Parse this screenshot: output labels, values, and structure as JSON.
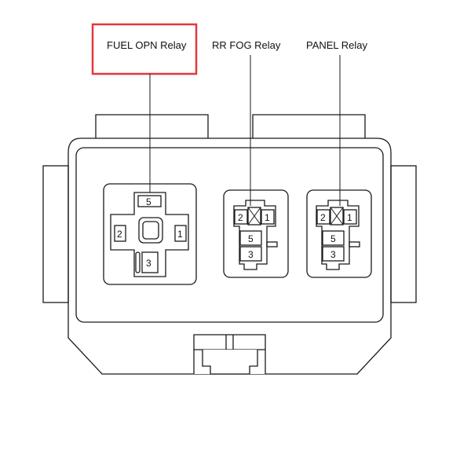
{
  "labels": {
    "fuel_opn": "FUEL OPN Relay",
    "rr_fog": "RR FOG Relay",
    "panel": "PANEL Relay"
  },
  "highlight": {
    "target": "fuel_opn",
    "color": "#e0393e"
  },
  "relay_fuel_opn": {
    "top": "5",
    "left": "2",
    "right": "1",
    "bottom": "3"
  },
  "relay_rr_fog": {
    "top_left": "2",
    "top_right": "1",
    "middle": "5",
    "bottom": "3"
  },
  "relay_panel": {
    "top_left": "2",
    "top_right": "1",
    "middle": "5",
    "bottom": "3"
  }
}
